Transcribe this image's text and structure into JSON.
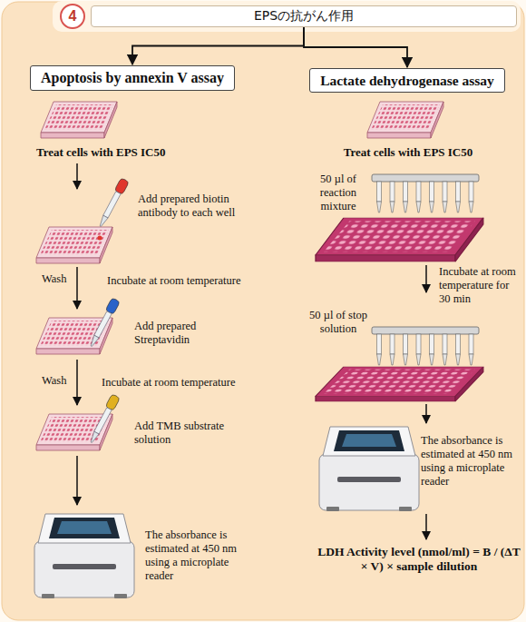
{
  "diagram": {
    "nodes": [
      {
        "text": [
          "4"
        ]
      },
      {
        "text": [
          "EPSの抗がん作用"
        ]
      },
      {
        "text": [
          "Apoptosis by annexin V assay"
        ]
      },
      {
        "text": [
          "Lactate dehydrogenase assay"
        ]
      }
    ],
    "edges": [
      {
        "from": 1,
        "to": 2,
        "arrow": "to"
      },
      {
        "from": 1,
        "to": 3,
        "arrow": "to"
      }
    ],
    "labels": [
      "Treat cells with EPS IC50",
      "Add prepared biotin antibody to each well",
      "Wash",
      "Incubate at room temperature",
      "Add prepared Streptavidin",
      "Wash",
      "Incubate at room temperature",
      "Add TMB substrate solution",
      "The absorbance is estimated at 450 nm using a microplate reader",
      "Treat cells with EPS IC50",
      "50 µl of reaction mixture",
      "Incubate at room temperature for 30 min",
      "50 µl of stop solution",
      "The absorbance is estimated at 450 nm using a microplate reader",
      "LDH Activity level (nmol/ml) = B / (ΔT × V) × sample dilution"
    ]
  }
}
